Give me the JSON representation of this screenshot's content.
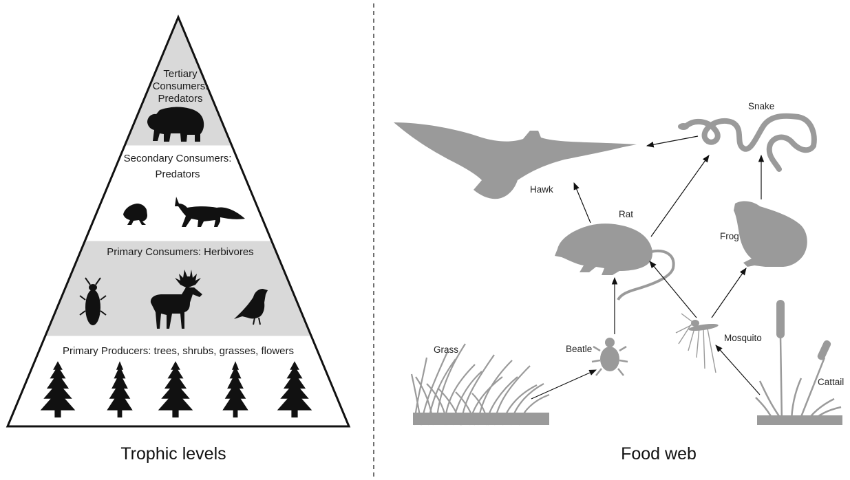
{
  "pyramid": {
    "levels": [
      {
        "text": "Tertiary\nConsumers:\nPredators"
      },
      {
        "text": "Secondary Consumers:\nPredators"
      },
      {
        "text": "Primary Consumers: Herbivores"
      },
      {
        "text": "Primary Producers: trees, shrubs, grasses, flowers"
      }
    ],
    "caption": "Trophic levels",
    "colors": {
      "band_gray": "#d9d9d9",
      "band_white": "#ffffff",
      "silhouette": "#111111"
    },
    "icons": [
      "bear-icon",
      "frog-icon",
      "fox-icon",
      "beetle-icon",
      "deer-icon",
      "bird-icon",
      "pine-tree-icon"
    ]
  },
  "food_web": {
    "labels": {
      "hawk": "Hawk",
      "snake": "Snake",
      "rat": "Rat",
      "frog": "Frog",
      "grass": "Grass",
      "beatle": "Beatle",
      "mosquito": "Mosquito",
      "cattail": "Cattail"
    },
    "caption": "Food web",
    "colors": {
      "silhouette": "#9a9a9a",
      "arrow": "#111111"
    },
    "links": [
      [
        "Grass",
        "Beatle"
      ],
      [
        "Beatle",
        "Rat"
      ],
      [
        "Cattail",
        "Mosquito"
      ],
      [
        "Mosquito",
        "Rat"
      ],
      [
        "Mosquito",
        "Frog"
      ],
      [
        "Rat",
        "Hawk"
      ],
      [
        "Rat",
        "Snake"
      ],
      [
        "Frog",
        "Snake"
      ],
      [
        "Snake",
        "Hawk"
      ]
    ]
  }
}
